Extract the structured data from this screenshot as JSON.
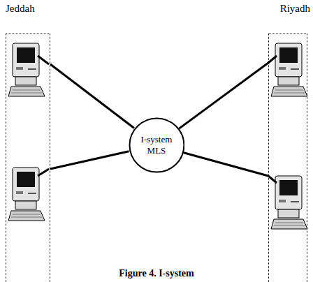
{
  "diagram": {
    "caption": "Figure 4. I-system",
    "nodes": [
      {
        "text": [
          "Jeddah"
        ]
      },
      {
        "text": [
          "Riyadh"
        ]
      },
      {
        "text": [
          "I-system MLS"
        ]
      }
    ],
    "edges": [
      {
        "from": 0,
        "to": 2,
        "arrow": "none"
      },
      {
        "from": 0,
        "to": 2,
        "arrow": "none"
      },
      {
        "from": 1,
        "to": 2,
        "arrow": "none"
      },
      {
        "from": 1,
        "to": 2,
        "arrow": "none"
      }
    ]
  }
}
